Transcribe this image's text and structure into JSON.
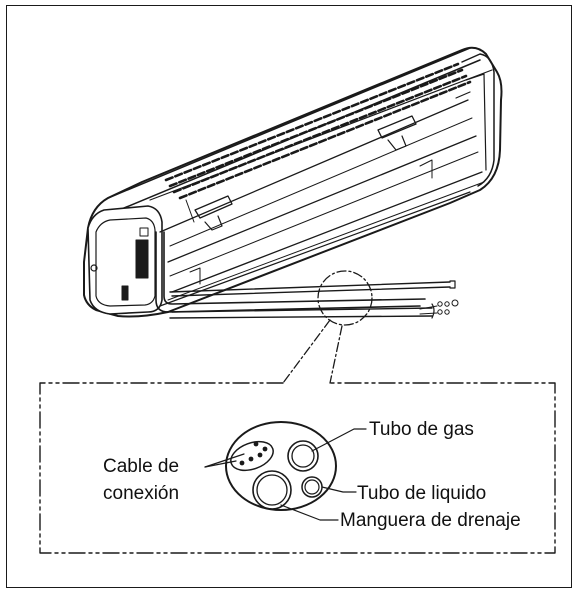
{
  "labels": {
    "tubo_gas": "Tubo de gas",
    "cable_line1": "Cable de",
    "cable_line2": "conexión",
    "tubo_liquido": "Tubo de liquido",
    "manguera": "Manguera de drenaje"
  },
  "colors": {
    "stroke": "#1a1a1a",
    "background": "#ffffff"
  }
}
